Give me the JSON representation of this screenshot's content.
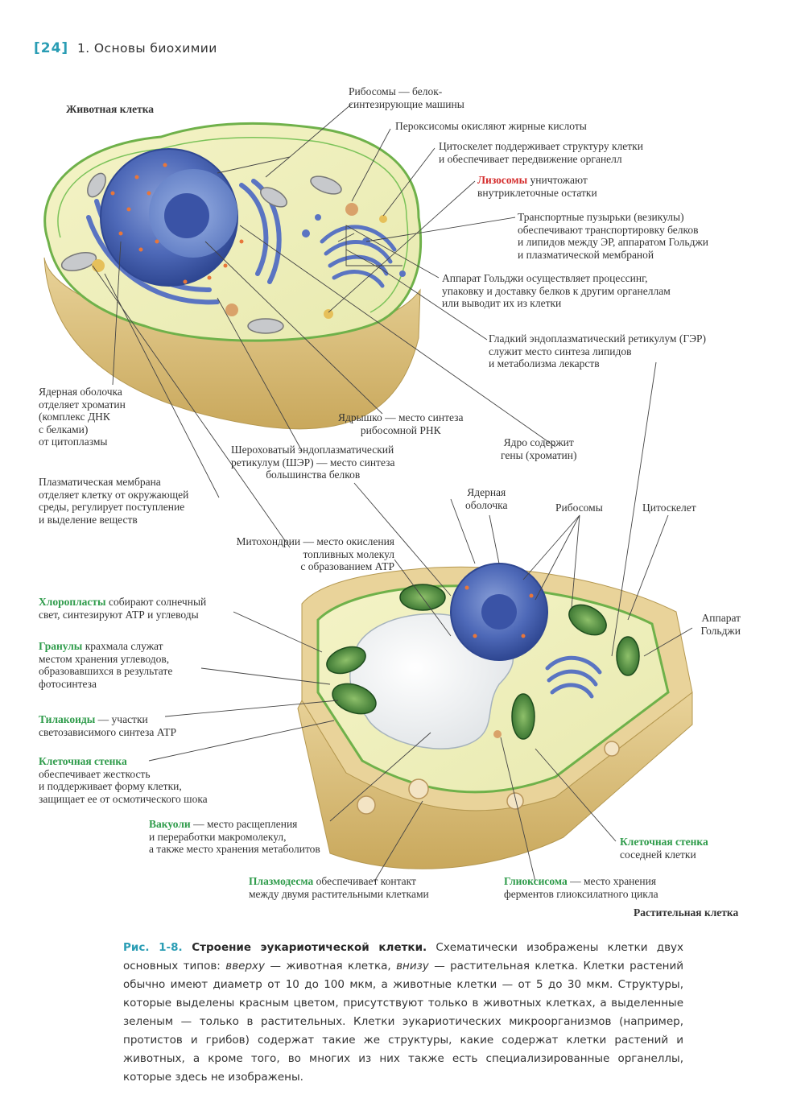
{
  "header": {
    "page_number": "[24]",
    "chapter": "1.  Основы биохимии"
  },
  "animal": {
    "title": "Животная клетка",
    "ribosomes": [
      "Рибосомы — белок-",
      "синтезирующие машины"
    ],
    "peroxisomes": "Пероксисомы окисляют жирные кислоты",
    "cytoskeleton": [
      "Цитоскелет поддерживает структуру клетки",
      "и обеспечивает передвижение органелл"
    ],
    "lysosomes_term": "Лизосомы",
    "lysosomes_rest": " уничтожают",
    "lysosomes_line2": "внутриклеточные остатки",
    "vesicles": [
      "Транспортные пузырьки (везикулы)",
      "обеспечивают транспортировку белков",
      "и липидов между ЭР, аппаратом Гольджи",
      "и плазматической мембраной"
    ],
    "golgi": [
      "Аппарат Гольджи осуществляет процессинг,",
      "упаковку и доставку белков к другим органеллам",
      "или выводит их из клетки"
    ],
    "ser": [
      "Гладкий эндоплазматический ретикулум (ГЭР)",
      "служит место синтеза липидов",
      "и метаболизма лекарств"
    ],
    "nuclear_envelope": [
      "Ядерная оболочка",
      "отделяет хроматин",
      "(комплекс ДНК",
      "с белками)",
      "от цитоплазмы"
    ],
    "nucleolus": [
      "Ядрышко — место синтеза",
      "рибосомной РНК"
    ],
    "nucleus": [
      "Ядро содержит",
      "гены (хроматин)"
    ],
    "rer": [
      "Шероховатый эндоплазматический",
      "ретикулум (ШЭР) — место синтеза",
      "большинства белков"
    ],
    "plasma_membrane": [
      "Плазматическая мембрана",
      "отделяет клетку от окружающей",
      "среды, регулирует поступление",
      "и выделение веществ"
    ],
    "mitochondria": [
      "Митохондрии — место окисления",
      "топливных молекул",
      "с образованием АТР"
    ]
  },
  "plant": {
    "title": "Растительная клетка",
    "nuclear_envelope": [
      "Ядерная",
      "оболочка"
    ],
    "ribosomes": "Рибосомы",
    "cytoskeleton": "Цитоскелет",
    "golgi": [
      "Аппарат",
      "Гольджи"
    ],
    "chloroplasts_term": "Хлоропласты",
    "chloroplasts_rest": " собирают солнечный",
    "chloroplasts_line2": "свет, синтезируют АТР и углеводы",
    "granules_term": "Гранулы",
    "granules_rest": " крахмала служат",
    "granules_lines": [
      "местом хранения углеводов,",
      "образовавшихся в результате",
      "фотосинтеза"
    ],
    "thylakoids_term": "Тилакоиды",
    "thylakoids_rest": " — участки",
    "thylakoids_line2": "светозависимого синтеза АТР",
    "cellwall_term": "Клеточная стенка",
    "cellwall_lines": [
      "обеспечивает жесткость",
      "и поддерживает форму клетки,",
      "защищает ее от осмотического шока"
    ],
    "vacuole_term": "Вакуоли",
    "vacuole_rest": " — место расщепления",
    "vacuole_lines": [
      "и переработки макромолекул,",
      "а также место хранения метаболитов"
    ],
    "plasmodesma_term": "Плазмодесма",
    "plasmodesma_rest": " обеспечивает контакт",
    "plasmodesma_line2": "между двумя растительными клетками",
    "glyoxysome_term": "Глиоксисома",
    "glyoxysome_rest": " — место хранения",
    "glyoxysome_line2": "ферментов глиоксилатного цикла",
    "adjacent_wall_term": "Клеточная стенка",
    "adjacent_wall_line2": "соседней клетки"
  },
  "caption": {
    "id": "Рис. 1-8.",
    "title": " Строение эукариотической клетки.",
    "t1": " Схематически изображены клетки двух основных типов: ",
    "above": "вверху",
    "t2": " — животная клетка, ",
    "below": "внизу",
    "t3": " — растительная клетка. Клетки растений обычно имеют диаметр от 10 до 100 мкм, а животные клетки — от 5 до 30 мкм. Структуры, которые выделены красным цветом, присутствуют только в животных клетках, а выделенные зеленым — только в растительных. Клетки эукариотических микроорганизмов (например, протистов и грибов) содержат такие же структуры, какие содержат клетки растений и животных, а кроме того, во многих из них также есть специализированные органеллы, которые здесь не изображены."
  },
  "colors": {
    "teal": "#2a9db4",
    "green_term": "#2e9b4a",
    "red_term": "#d42b2b"
  }
}
